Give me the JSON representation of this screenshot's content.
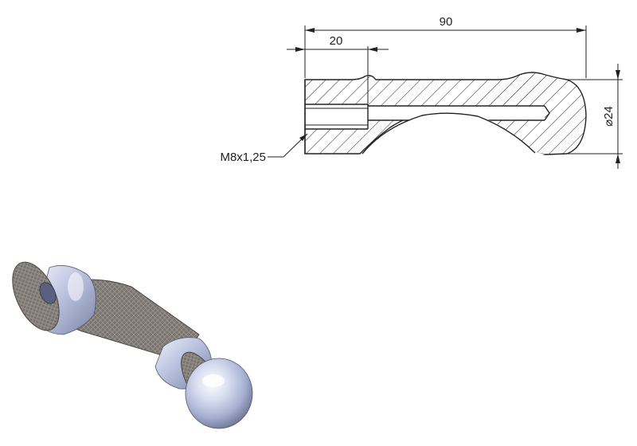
{
  "drawing": {
    "dimensions": {
      "overall_length": "90",
      "thread_depth": "20",
      "diameter": "⌀24"
    },
    "callout": {
      "thread_label": "M8x1,25"
    }
  },
  "render": {
    "object": "knurled-footpeg-3d-render",
    "colors": {
      "knurl": "#7a7470",
      "metal_light": "#d8def0",
      "metal_mid": "#a7b0d2",
      "metal_dark": "#6b7290",
      "line": "#222222"
    }
  }
}
